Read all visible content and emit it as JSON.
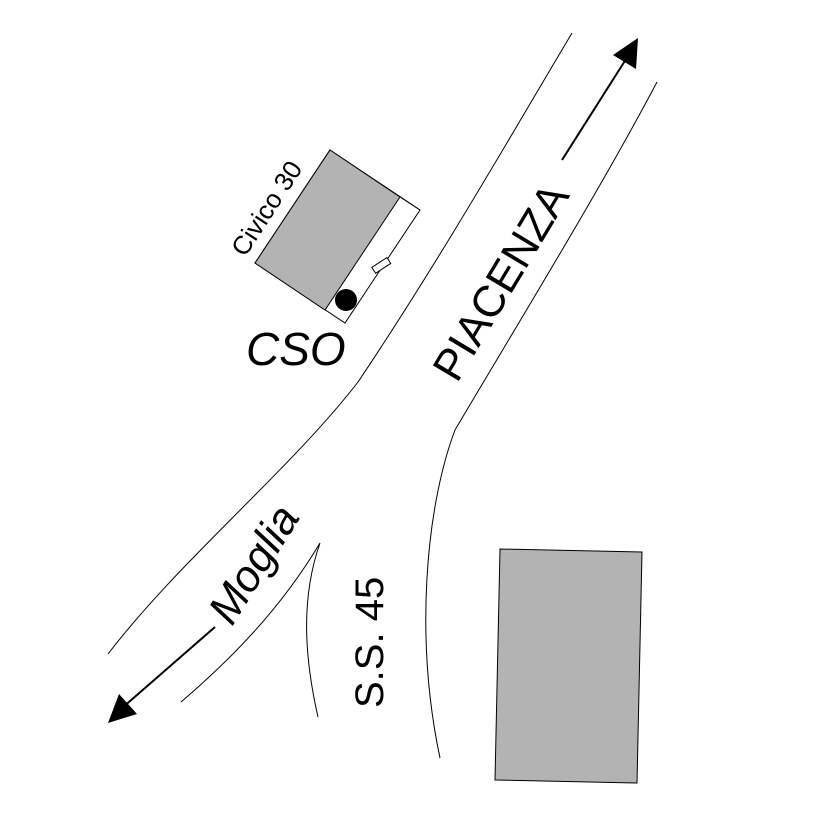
{
  "labels": {
    "house_number": "Civico 30",
    "site": "CSO",
    "city_north": "PIACENZA",
    "town_southwest": "Moglia",
    "highway": "S.S. 45"
  }
}
